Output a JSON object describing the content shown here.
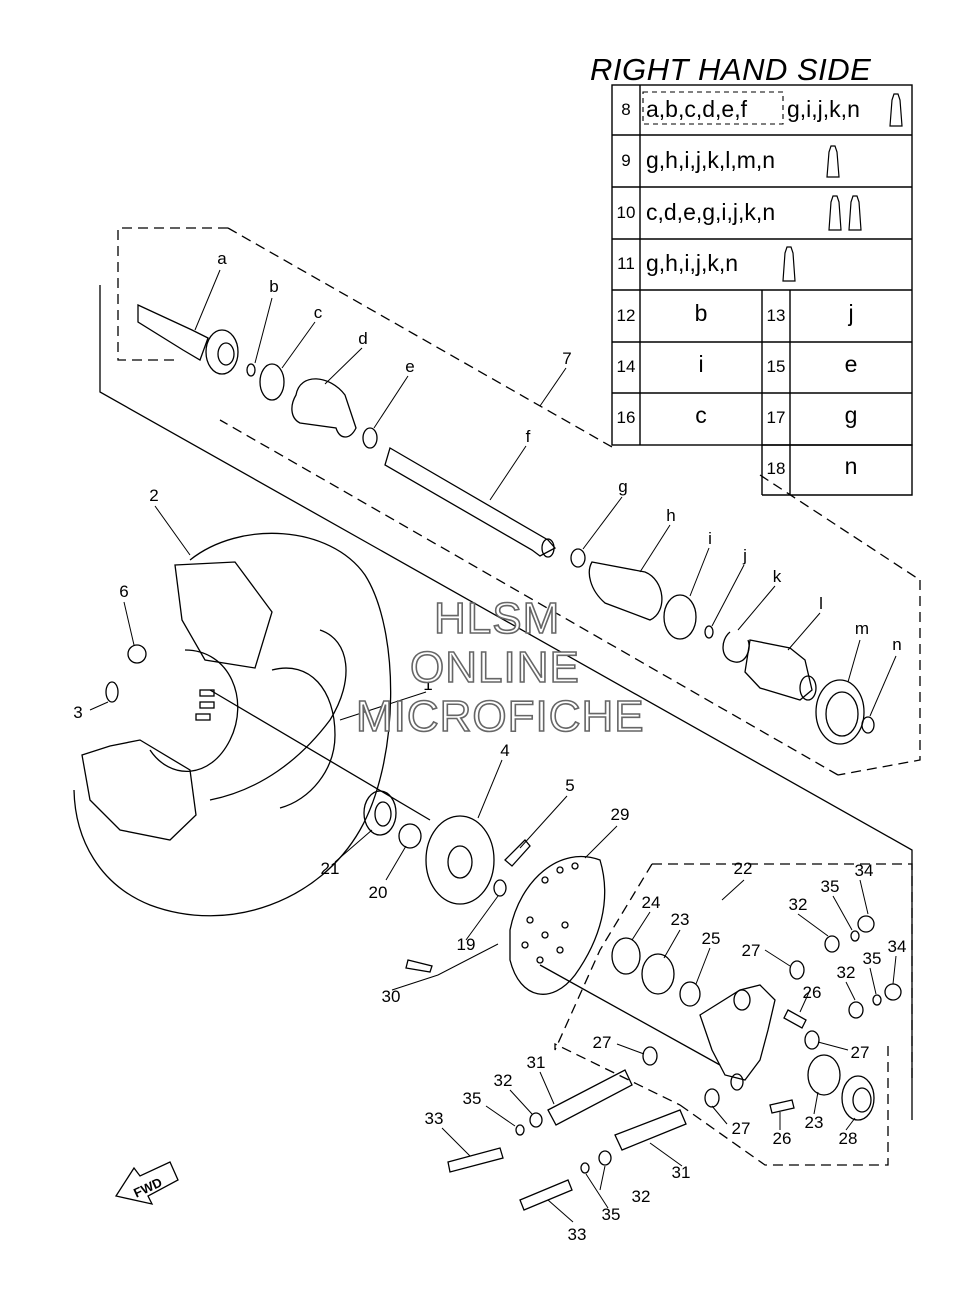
{
  "title": "RIGHT HAND SIDE",
  "kit_table": {
    "rows": [
      {
        "num": "8",
        "parts": "a,b,c,d,e,f",
        "extra": "g,i,j,k,n",
        "tubes": 1
      },
      {
        "num": "9",
        "parts": "g,h,i,j,k,l,m,n",
        "tubes": 1
      },
      {
        "num": "10",
        "parts": "c,d,e,g,i,j,k,n",
        "tubes": 2
      },
      {
        "num": "11",
        "parts": "g,h,i,j,k,n",
        "tubes": 1
      }
    ],
    "pairs": [
      {
        "num": "12",
        "val": "b"
      },
      {
        "num": "13",
        "val": "j"
      },
      {
        "num": "14",
        "val": "i"
      },
      {
        "num": "15",
        "val": "e"
      },
      {
        "num": "16",
        "val": "c"
      },
      {
        "num": "17",
        "val": "g"
      },
      {
        "num": "18",
        "val": "n"
      }
    ]
  },
  "watermark": [
    "HLSM",
    "ONLINE",
    "MICROFICHE"
  ],
  "fwd_label": "FWD",
  "letter_callouts": [
    "a",
    "b",
    "c",
    "d",
    "e",
    "f",
    "g",
    "h",
    "i",
    "j",
    "k",
    "l",
    "m",
    "n"
  ],
  "number_callouts": [
    "1",
    "2",
    "3",
    "4",
    "5",
    "6",
    "7",
    "19",
    "20",
    "21",
    "22",
    "23",
    "24",
    "25",
    "26",
    "27",
    "28",
    "29",
    "30",
    "31",
    "32",
    "33",
    "34",
    "35"
  ]
}
